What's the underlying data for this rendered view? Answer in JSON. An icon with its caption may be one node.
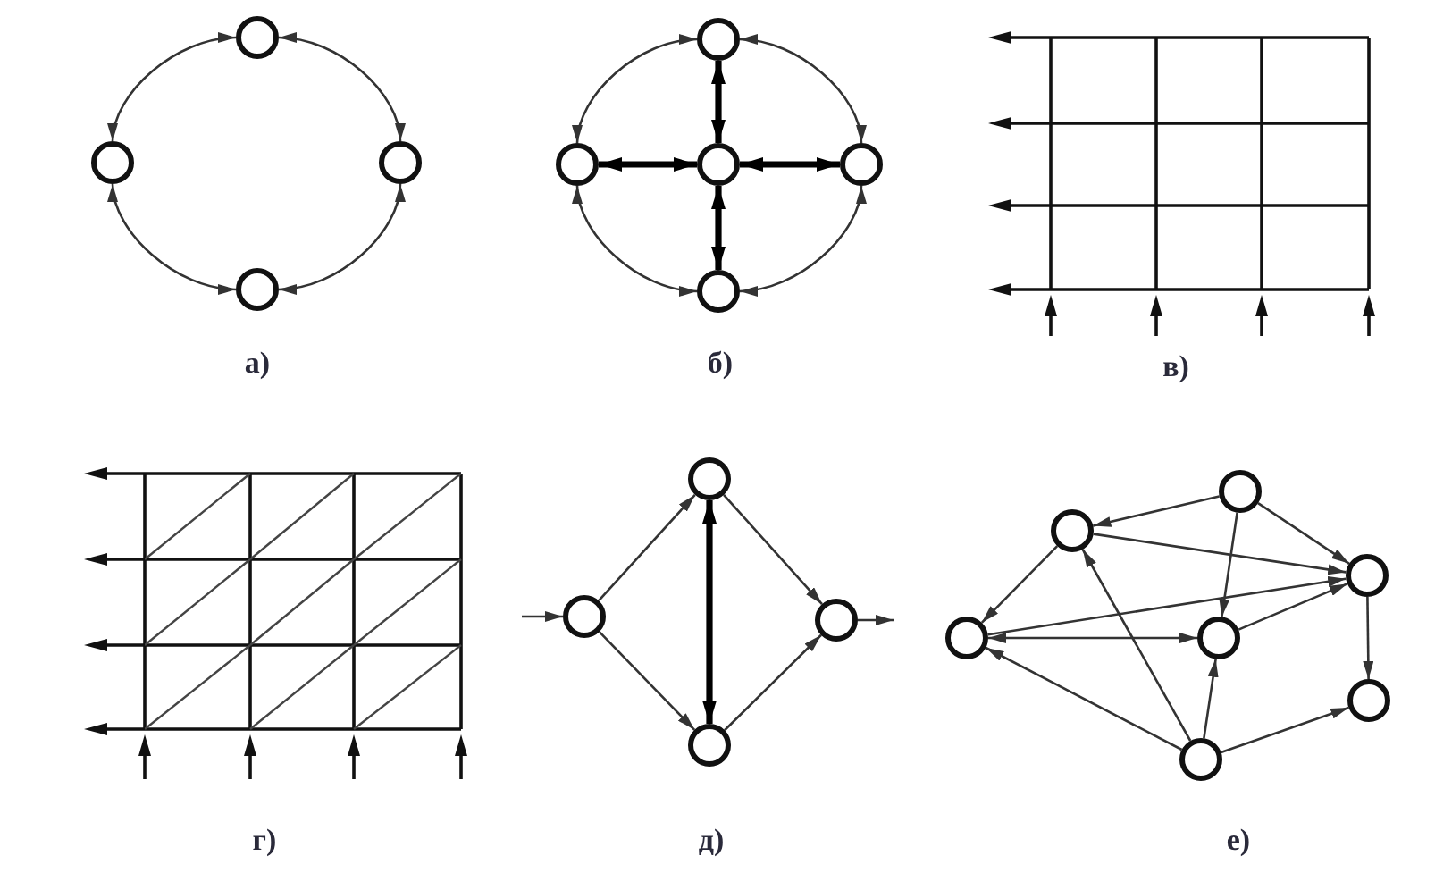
{
  "diagram": {
    "nodes": [
      {
        "text": [],
        "shape": "circle"
      },
      {
        "text": [],
        "shape": "circle"
      },
      {
        "text": [],
        "shape": "circle"
      },
      {
        "text": [],
        "shape": "circle"
      },
      {
        "text": [],
        "shape": "circle"
      },
      {
        "text": [],
        "shape": "circle"
      },
      {
        "text": [],
        "shape": "circle"
      },
      {
        "text": [],
        "shape": "circle"
      },
      {
        "text": [],
        "shape": "circle"
      },
      {
        "text": [],
        "shape": "circle"
      },
      {
        "text": [],
        "shape": "circle"
      },
      {
        "text": [],
        "shape": "circle"
      },
      {
        "text": [],
        "shape": "circle"
      },
      {
        "text": [],
        "shape": "circle"
      },
      {
        "text": [],
        "shape": "circle"
      },
      {
        "text": [],
        "shape": "circle"
      },
      {
        "text": [],
        "shape": "circle"
      },
      {
        "text": [],
        "shape": "circle"
      },
      {
        "text": [],
        "shape": "circle"
      },
      {
        "text": [],
        "shape": "circle"
      }
    ],
    "edges": [
      {
        "from": 0,
        "to": 1,
        "arrow": "both"
      },
      {
        "from": 0,
        "to": 2,
        "arrow": "both"
      },
      {
        "from": 2,
        "to": 3,
        "arrow": "both"
      },
      {
        "from": 1,
        "to": 3,
        "arrow": "both"
      },
      {
        "from": 4,
        "to": 5,
        "arrow": "both"
      },
      {
        "from": 4,
        "to": 7,
        "arrow": "both"
      },
      {
        "from": 7,
        "to": 8,
        "arrow": "both"
      },
      {
        "from": 5,
        "to": 8,
        "arrow": "both"
      },
      {
        "from": 6,
        "to": 4,
        "arrow": "both",
        "style": "thick"
      },
      {
        "from": 6,
        "to": 5,
        "arrow": "both",
        "style": "thick"
      },
      {
        "from": 6,
        "to": 7,
        "arrow": "both",
        "style": "thick"
      },
      {
        "from": 6,
        "to": 8,
        "arrow": "both",
        "style": "thick"
      },
      {
        "from": null,
        "to": 10,
        "arrow": "to"
      },
      {
        "from": 10,
        "to": 9,
        "arrow": "to"
      },
      {
        "from": 10,
        "to": 12,
        "arrow": "to"
      },
      {
        "from": 9,
        "to": 11,
        "arrow": "to"
      },
      {
        "from": 12,
        "to": 11,
        "arrow": "to"
      },
      {
        "from": 9,
        "to": 12,
        "arrow": "both",
        "style": "thick"
      },
      {
        "from": 11,
        "to": null,
        "arrow": "to"
      },
      {
        "from": 13,
        "to": 14,
        "arrow": "to"
      },
      {
        "from": 13,
        "to": 15,
        "arrow": "to"
      },
      {
        "from": 13,
        "to": 17,
        "arrow": "to"
      },
      {
        "from": 14,
        "to": 15,
        "arrow": "to"
      },
      {
        "from": 14,
        "to": 16,
        "arrow": "to"
      },
      {
        "from": 16,
        "to": 15,
        "arrow": "to"
      },
      {
        "from": 16,
        "to": 17,
        "arrow": "both"
      },
      {
        "from": 17,
        "to": 15,
        "arrow": "to"
      },
      {
        "from": 15,
        "to": 18,
        "arrow": "to"
      },
      {
        "from": 19,
        "to": 16,
        "arrow": "to"
      },
      {
        "from": 19,
        "to": 14,
        "arrow": "to"
      },
      {
        "from": 19,
        "to": 17,
        "arrow": "to"
      },
      {
        "from": 19,
        "to": 18,
        "arrow": "to"
      }
    ],
    "labels": [
      "а)",
      "б)",
      "в)",
      "г)",
      "д)",
      "е)"
    ]
  }
}
